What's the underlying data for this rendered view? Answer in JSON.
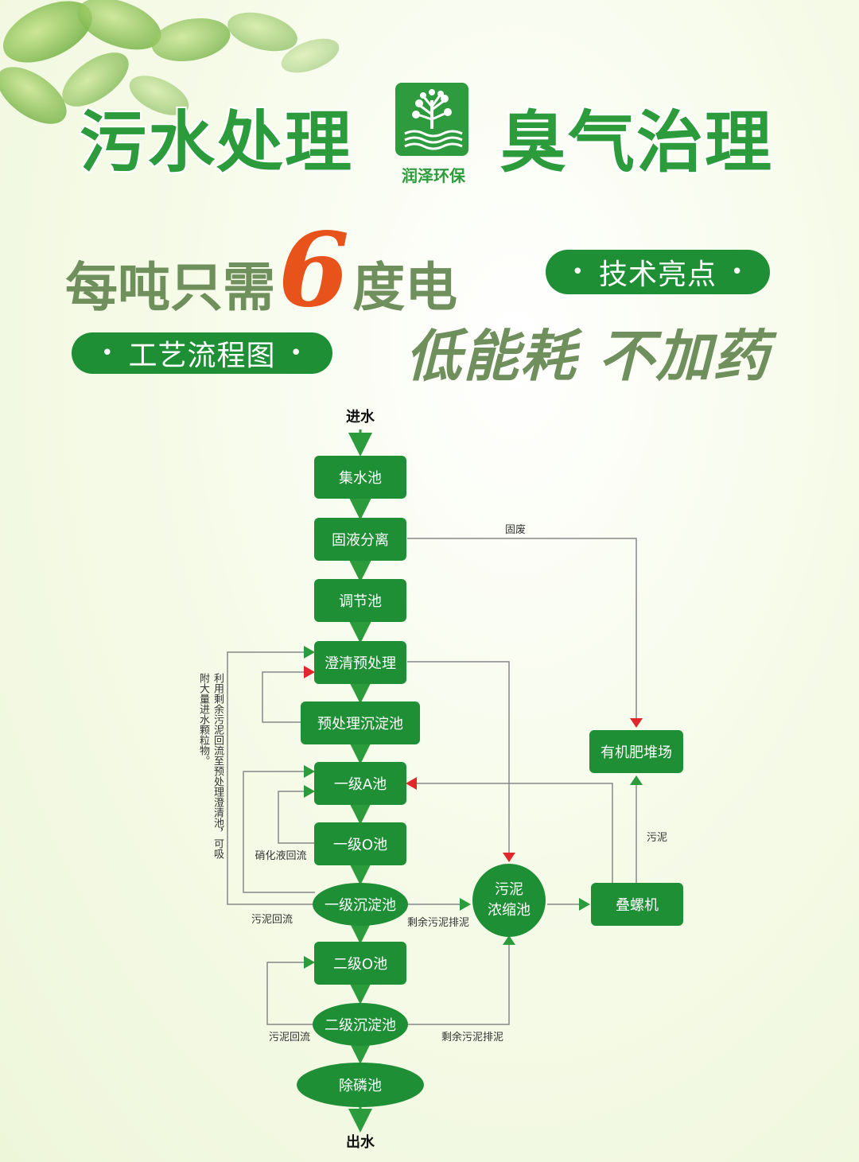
{
  "header": {
    "left_title": "污水处理",
    "right_title": "臭气治理",
    "logo_name": "润泽环保"
  },
  "slogan": {
    "prefix": "每吨只需",
    "number": "6",
    "suffix": "度电"
  },
  "pills": {
    "highlights": "技术亮点",
    "flowchart": "工艺流程图",
    "dot": "•"
  },
  "features": "低能耗 不加药",
  "colors": {
    "box_green": "#1f8f36",
    "arrow_green": "#2b9b3c",
    "arrow_red": "#e0282c",
    "line_gray": "#888888",
    "slogan_orange": "#e8521b"
  },
  "flow": {
    "inlet": "进水",
    "outlet": "出水",
    "nodes": {
      "collect": "集水池",
      "separate": "固液分离",
      "regulate": "调节池",
      "clarify": "澄清预处理",
      "presettle": "预处理沉淀池",
      "a1": "一级A池",
      "o1": "一级O池",
      "settle1": "一级沉淀池",
      "o2": "二级O池",
      "settle2": "二级沉淀池",
      "phos": "除磷池",
      "thicken_1": "污泥",
      "thicken_2": "浓缩池",
      "press": "叠螺机",
      "compost": "有机肥堆场"
    },
    "edge_labels": {
      "solid_waste": "固废",
      "sludge": "污泥",
      "nitrate_return": "硝化液回流",
      "sludge_return_1": "污泥回流",
      "excess_1": "剩余污泥排泥",
      "sludge_return_2": "污泥回流",
      "excess_2": "剩余污泥排泥"
    },
    "side_note": "利用剩余污泥回流至预处理澄清池，可吸附大量进水颗粒物。"
  }
}
